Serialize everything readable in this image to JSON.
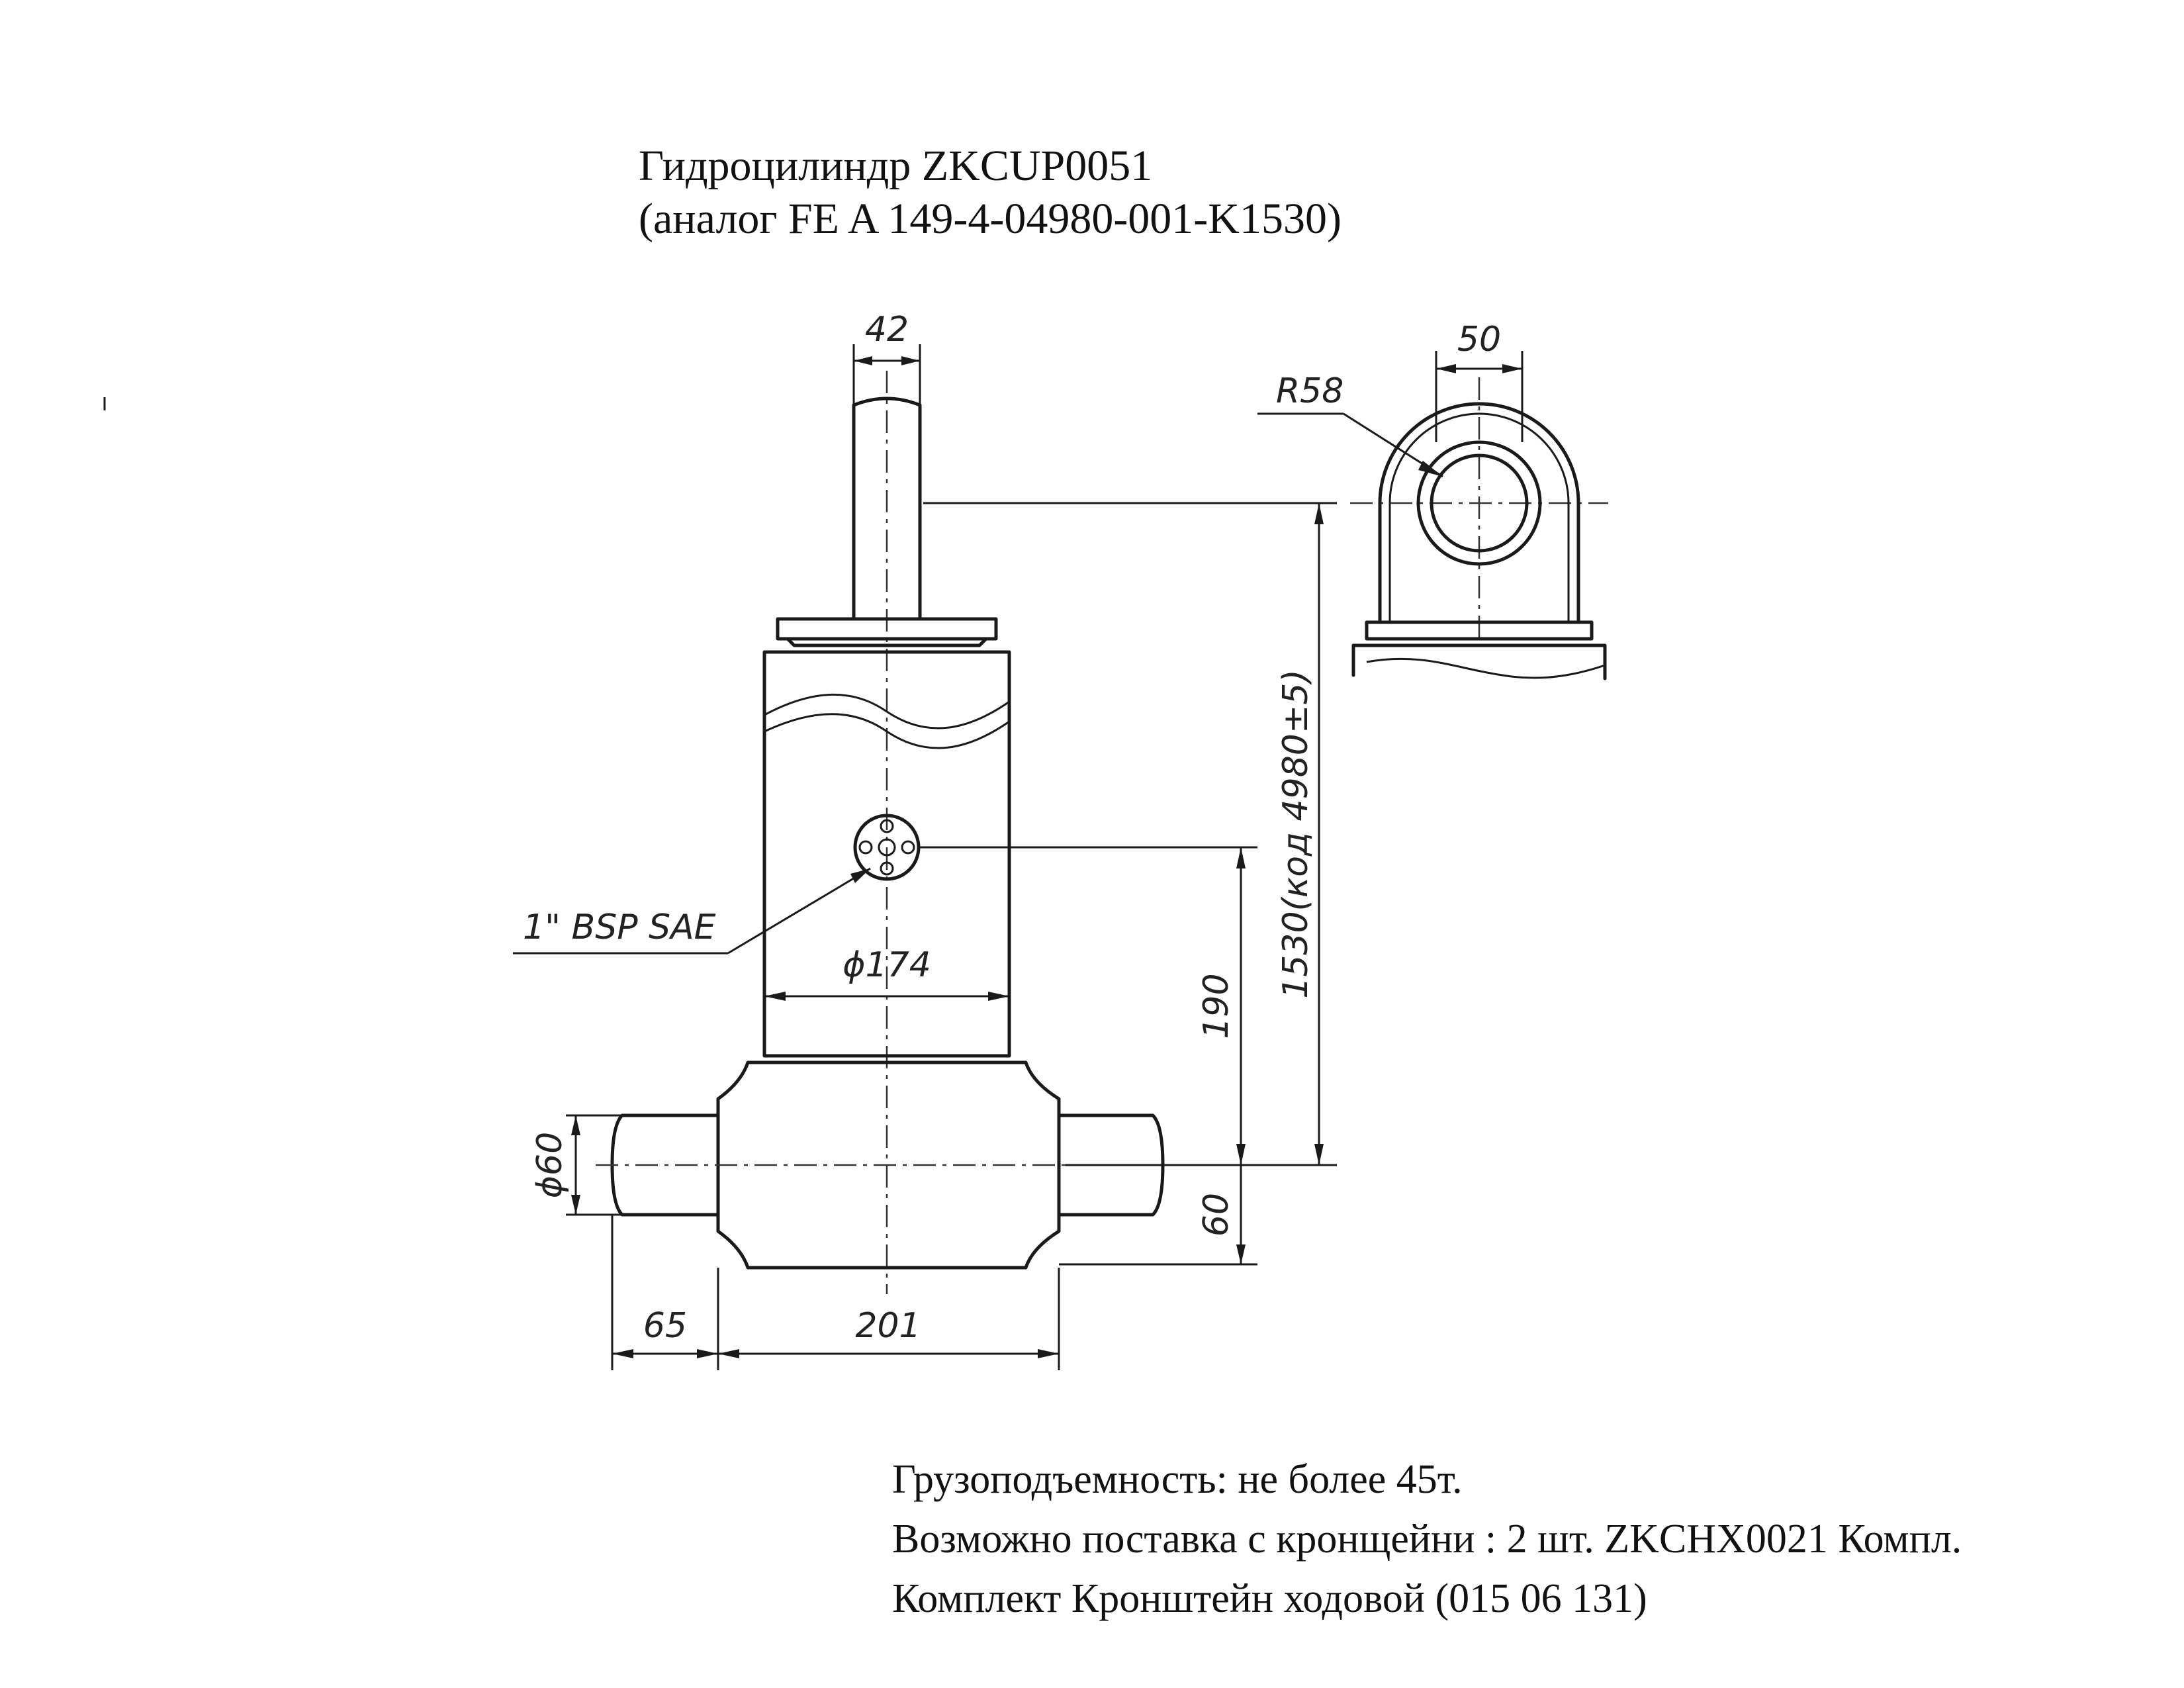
{
  "title": {
    "line1": "Гидроцилиндр ZKCUP0051",
    "line2": "(аналог FE A 149-4-04980-001-K1530)"
  },
  "dimensions": {
    "rod_diameter": "42",
    "eye_width": "50",
    "eye_radius": "R58",
    "port": "1\" BSP SAE",
    "body_diameter": "ϕ174",
    "overall_length": "1530(код 4980±5)",
    "port_height": "190",
    "trunnion_height": "60",
    "trunnion_diameter": "ϕ60",
    "trunnion_length": "65",
    "housing_width": "201"
  },
  "notes": {
    "line1": "Грузоподъемность: не более 45т.",
    "line2": "Возможно поставка с кронщейни : 2 шт. ZKCHX0021 Компл.",
    "line3": "Комплект Кронштейн ходовой (015 06 131)"
  }
}
